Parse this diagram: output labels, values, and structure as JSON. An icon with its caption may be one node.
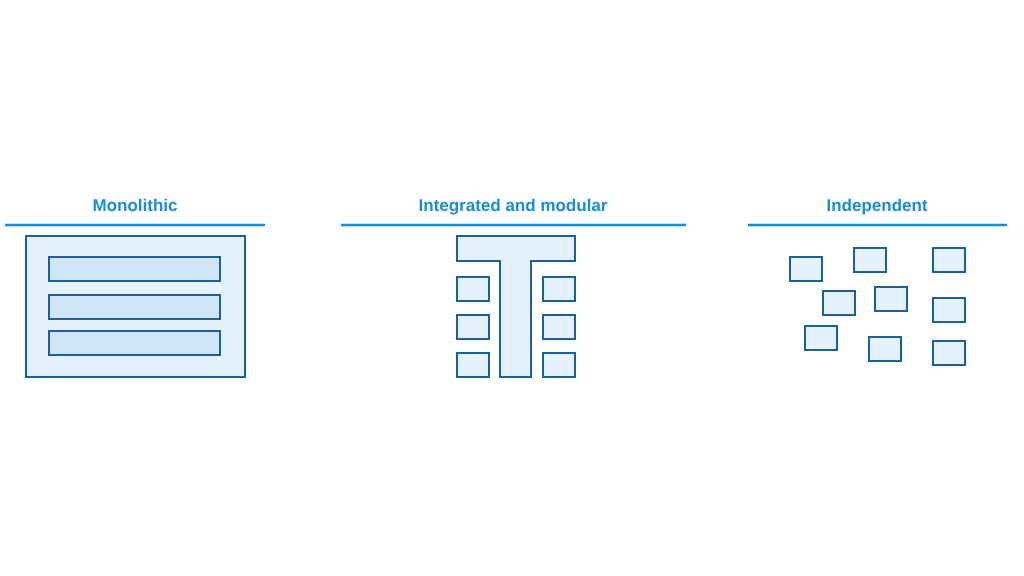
{
  "diagram": {
    "labels": [
      "Monolithic",
      "Integrated and modular",
      "Independent"
    ]
  }
}
